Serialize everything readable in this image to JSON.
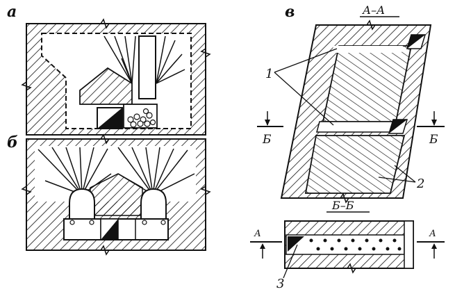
{
  "panels": {
    "a": "а",
    "b": "б",
    "v": "в"
  },
  "sections": {
    "aa_top": "А–А",
    "bb": "Б–Б",
    "b_left": "Б",
    "b_right": "Б",
    "a_left": "А",
    "a_right": "А"
  },
  "callouts": {
    "c1": "1",
    "c2": "2",
    "c3": "3"
  }
}
